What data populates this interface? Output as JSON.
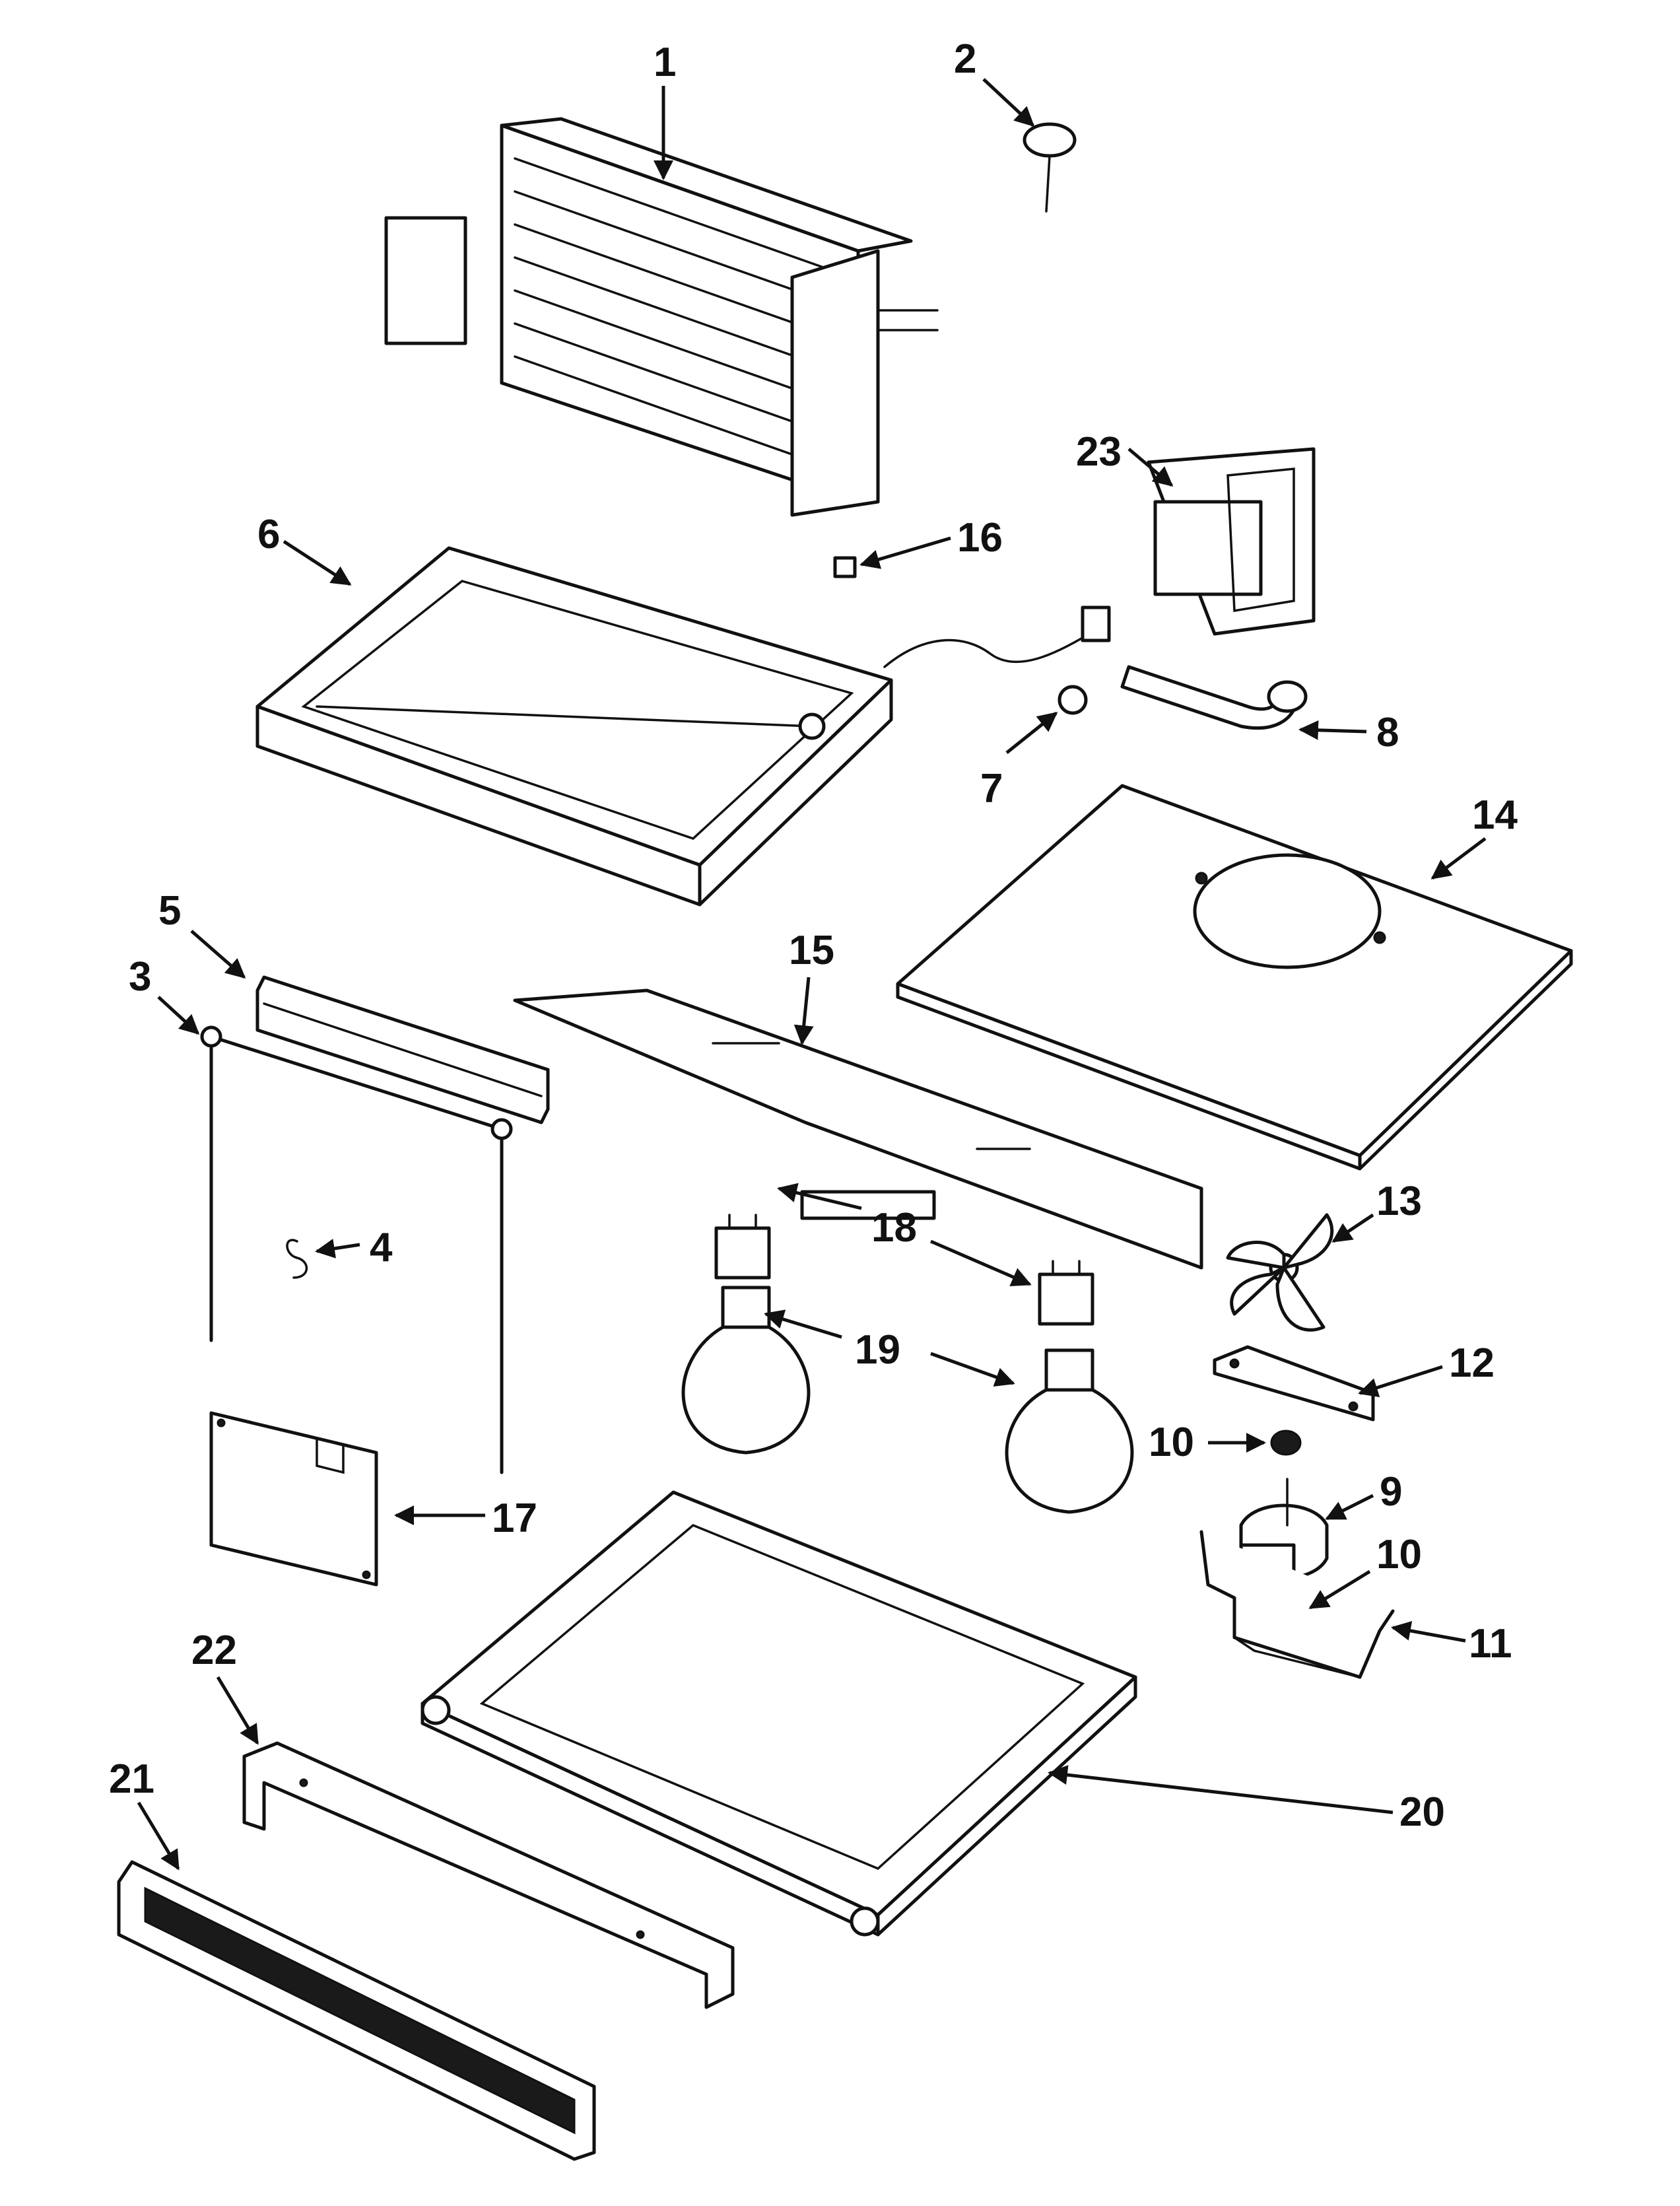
{
  "colors": {
    "ink": "#111111",
    "paper": "#ffffff"
  },
  "callouts": {
    "c1": "1",
    "c2": "2",
    "c3": "3",
    "c4": "4",
    "c5": "5",
    "c6": "6",
    "c7": "7",
    "c8": "8",
    "c9": "9",
    "c10a": "10",
    "c10b": "10",
    "c11": "11",
    "c12": "12",
    "c13": "13",
    "c14": "14",
    "c15": "15",
    "c16": "16",
    "c17": "17",
    "c18": "18",
    "c19": "19",
    "c20": "20",
    "c21": "21",
    "c22": "22",
    "c23": "23"
  }
}
